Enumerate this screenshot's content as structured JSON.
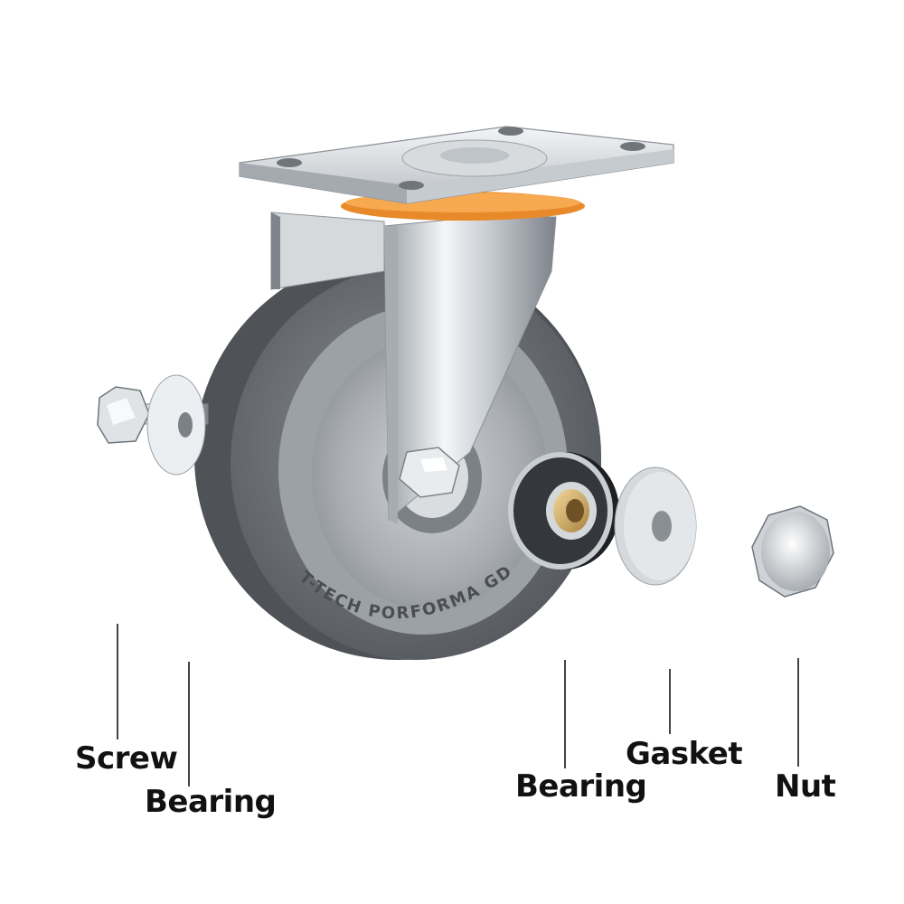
{
  "labels": {
    "screw": "Screw",
    "bearing_left": "Bearing",
    "bearing_right": "Bearing",
    "gasket": "Gasket",
    "nut": "Nut"
  },
  "wheel_text": "T-TECH PORFORMA GD",
  "colors": {
    "tire": "#6e7278",
    "hub": "#b4b8bc",
    "chrome": "#dfe3e6",
    "ring": "#f0902a",
    "label": "#111111"
  }
}
